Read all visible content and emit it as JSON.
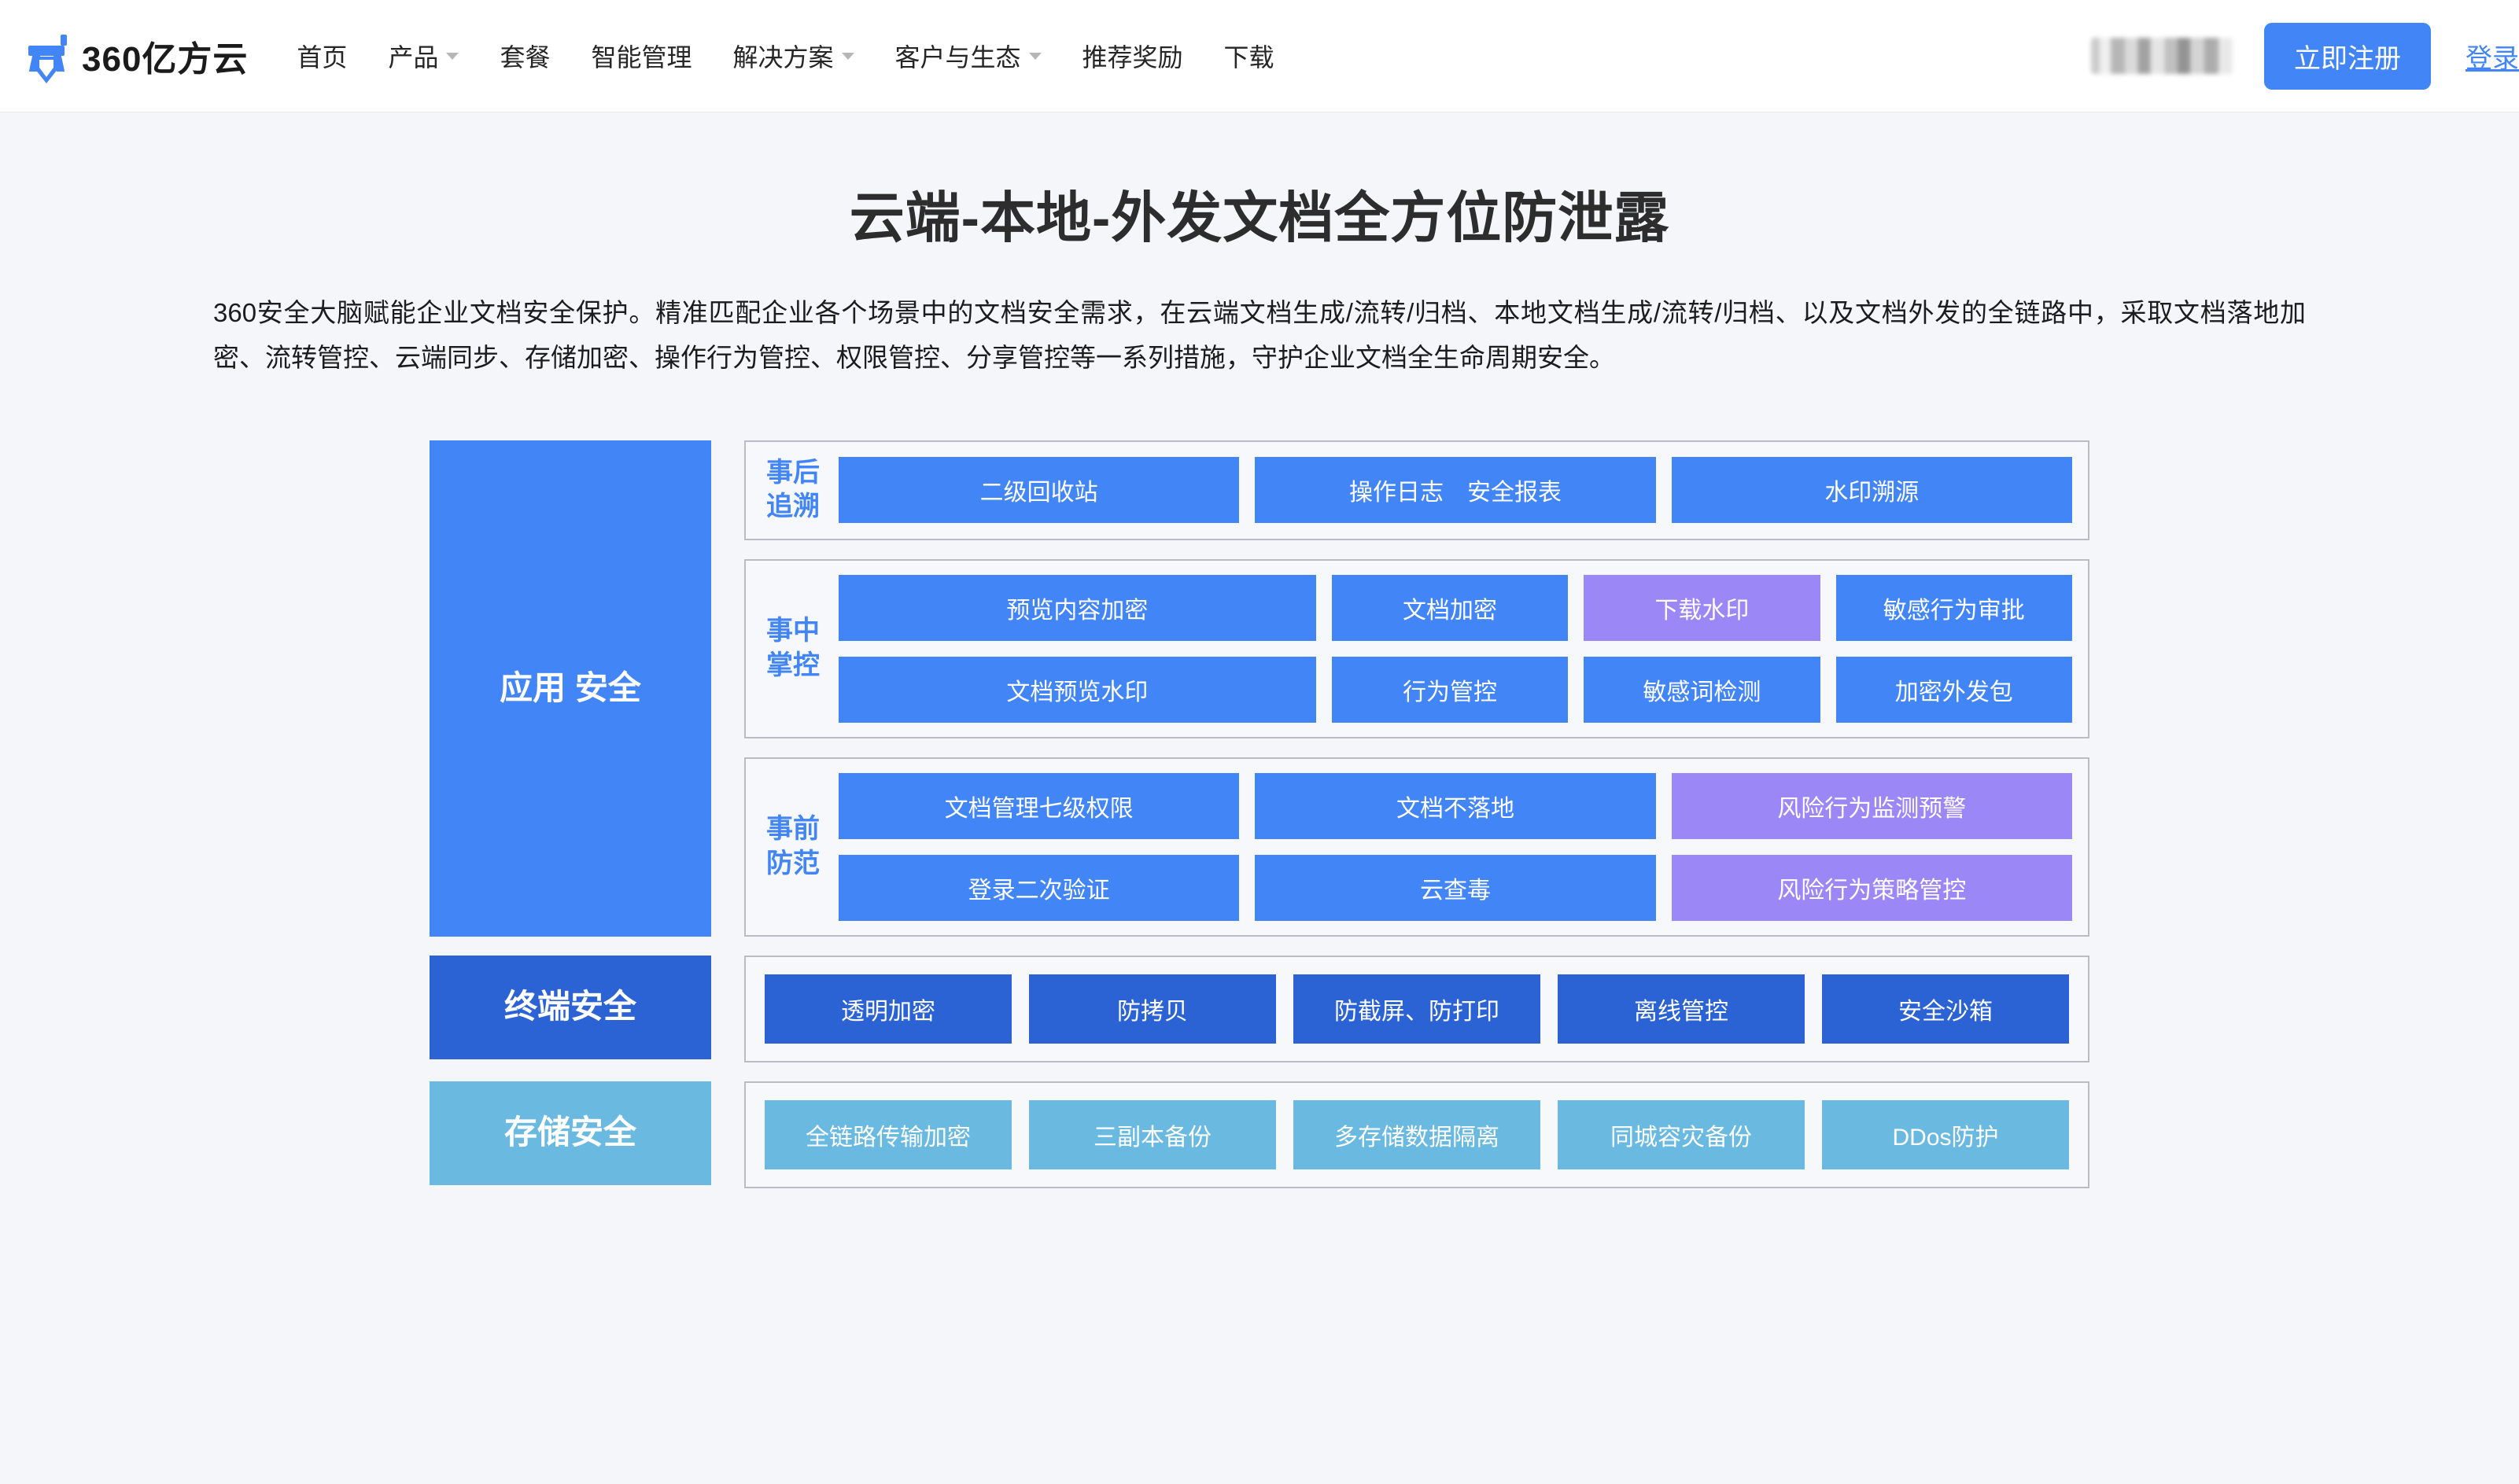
{
  "nav": {
    "brand_name": "360亿方云",
    "links": [
      {
        "label": "首页",
        "has_caret": false
      },
      {
        "label": "产品",
        "has_caret": true
      },
      {
        "label": "套餐",
        "has_caret": false
      },
      {
        "label": "智能管理",
        "has_caret": false
      },
      {
        "label": "解决方案",
        "has_caret": true
      },
      {
        "label": "客户与生态",
        "has_caret": true
      },
      {
        "label": "推荐奖励",
        "has_caret": false
      },
      {
        "label": "下载",
        "has_caret": false
      }
    ],
    "register_label": "立即注册",
    "login_label": "登录"
  },
  "hero": {
    "title": "云端-本地-外发文档全方位防泄露",
    "description": "360安全大脑赋能企业文档安全保护。精准匹配企业各个场景中的文档安全需求，在云端文档生成/流转/归档、本地文档生成/流转/归档、以及文档外发的全链路中，采取文档落地加密、流转管控、云端同步、存储加密、操作行为管控、权限管控、分享管控等一系列措施，守护企业文档全生命周期安全。"
  },
  "colors": {
    "brand_blue": "#4285f7",
    "deep_blue": "#2c63d4",
    "light_blue": "#6ab9e0",
    "purple": "#9b87f5",
    "page_bg": "#f4f6fa",
    "box_border": "#b9bcc2"
  },
  "diagram": {
    "application": {
      "side_label": "应用\n安全",
      "groups": [
        {
          "label": "事后\n追溯",
          "rows": [
            [
              {
                "text": "二级回收站",
                "tone": "blue",
                "flex": 2.02
              },
              {
                "text": "操作日志　安全报表",
                "tone": "blue",
                "flex": 2.02
              },
              {
                "text": "水印溯源",
                "tone": "blue",
                "flex": 2.02
              }
            ]
          ]
        },
        {
          "label": "事中\n掌控",
          "rows": [
            [
              {
                "text": "预览内容加密",
                "tone": "blue",
                "flex": 2.02
              },
              {
                "text": "文档加密",
                "tone": "blue",
                "flex": 1.0
              },
              {
                "text": "下载水印",
                "tone": "purple",
                "flex": 1.0
              },
              {
                "text": "敏感行为审批",
                "tone": "blue",
                "flex": 1.0
              }
            ],
            [
              {
                "text": "文档预览水印",
                "tone": "blue",
                "flex": 2.02
              },
              {
                "text": "行为管控",
                "tone": "blue",
                "flex": 1.0
              },
              {
                "text": "敏感词检测",
                "tone": "blue",
                "flex": 1.0
              },
              {
                "text": "加密外发包",
                "tone": "blue",
                "flex": 1.0
              }
            ]
          ]
        },
        {
          "label": "事前\n防范",
          "rows": [
            [
              {
                "text": "文档管理七级权限",
                "tone": "blue",
                "flex": 1.0
              },
              {
                "text": "文档不落地",
                "tone": "blue",
                "flex": 1.0
              },
              {
                "text": "风险行为监测预警",
                "tone": "purple",
                "flex": 1.0
              }
            ],
            [
              {
                "text": "登录二次验证",
                "tone": "blue",
                "flex": 1.0
              },
              {
                "text": "云查毒",
                "tone": "blue",
                "flex": 1.0
              },
              {
                "text": "风险行为策略管控",
                "tone": "purple",
                "flex": 1.0
              }
            ]
          ]
        }
      ]
    },
    "terminal": {
      "side_label": "终端安全",
      "tiles": [
        {
          "text": "透明加密",
          "tone": "dblue"
        },
        {
          "text": "防拷贝",
          "tone": "dblue"
        },
        {
          "text": "防截屏、防打印",
          "tone": "dblue"
        },
        {
          "text": "离线管控",
          "tone": "dblue"
        },
        {
          "text": "安全沙箱",
          "tone": "dblue"
        }
      ]
    },
    "storage": {
      "side_label": "存储安全",
      "tiles": [
        {
          "text": "全链路传输加密",
          "tone": "lblue"
        },
        {
          "text": "三副本备份",
          "tone": "lblue"
        },
        {
          "text": "多存储数据隔离",
          "tone": "lblue"
        },
        {
          "text": "同城容灾备份",
          "tone": "lblue"
        },
        {
          "text": "DDos防护",
          "tone": "lblue"
        }
      ]
    }
  }
}
